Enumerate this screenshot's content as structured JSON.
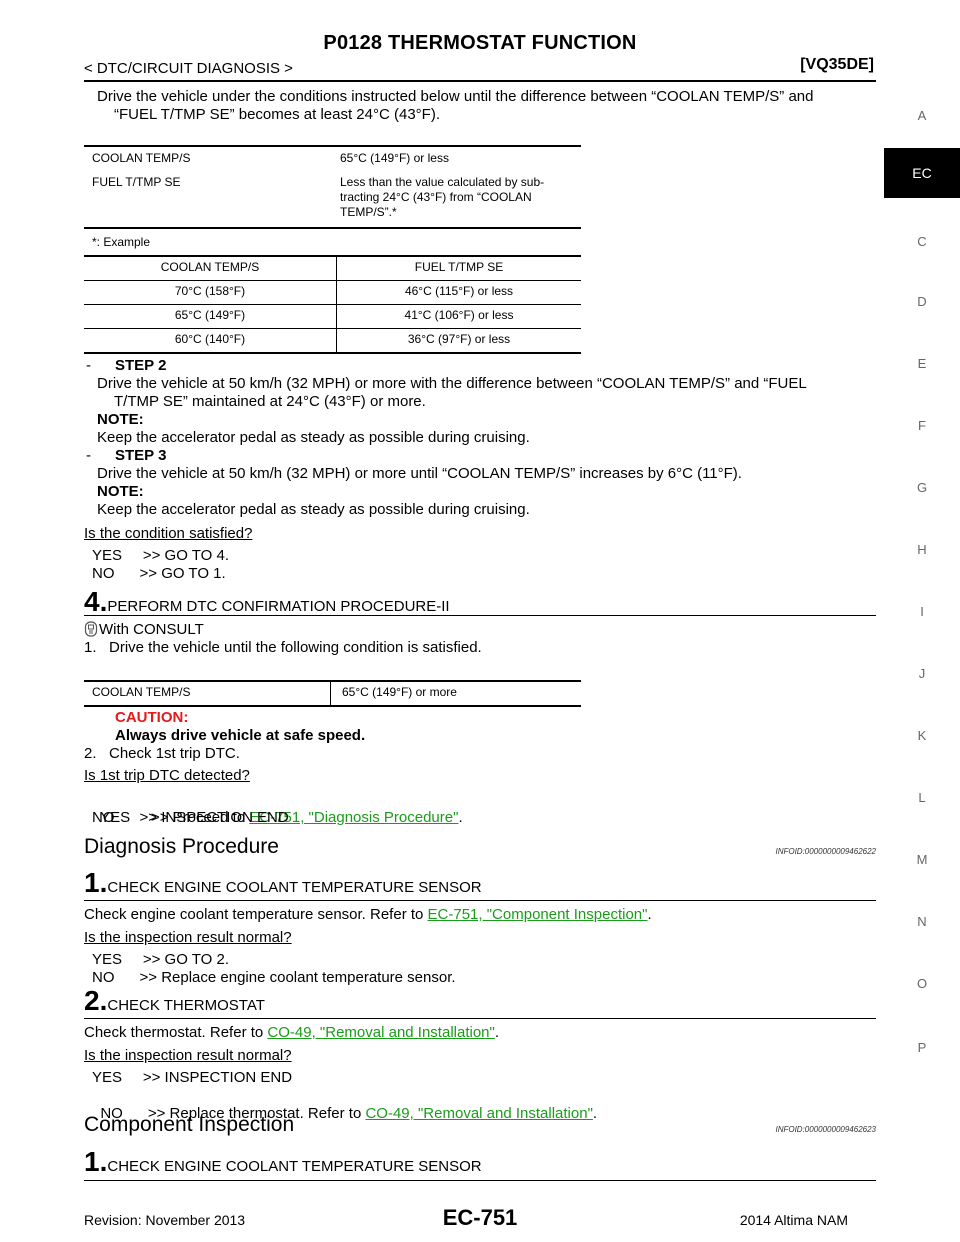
{
  "header": {
    "title": "P0128 THERMOSTAT FUNCTION",
    "section": "< DTC/CIRCUIT DIAGNOSIS >",
    "model": "[VQ35DE]"
  },
  "intro": {
    "line1": "Drive the vehicle under the conditions instructed below until the difference between “COOLAN TEMP/S” and",
    "line2": "“FUEL T/TMP SE” becomes at least 24°C (43°F)."
  },
  "table1": {
    "rows": [
      {
        "label": "COOLAN TEMP/S",
        "value": "65°C (149°F) or less"
      },
      {
        "label": "FUEL T/TMP SE",
        "value": "Less than the value calculated by sub-\ntracting 24°C (43°F) from “COOLAN\nTEMP/S”.*"
      }
    ],
    "note": "*: Example"
  },
  "table2": {
    "headers": [
      "COOLAN TEMP/S",
      "FUEL T/TMP SE"
    ],
    "rows": [
      [
        "70°C (158°F)",
        "46°C (115°F) or less"
      ],
      [
        "65°C (149°F)",
        "41°C (106°F) or less"
      ],
      [
        "60°C (140°F)",
        "36°C (97°F) or less"
      ]
    ]
  },
  "step2": {
    "dash": "-",
    "label": "STEP 2",
    "line1": "Drive the vehicle at 50 km/h (32 MPH) or more with the difference between “COOLAN TEMP/S” and “FUEL",
    "line2": "T/TMP SE” maintained at 24°C (43°F) or more.",
    "note_label": "NOTE:",
    "note_text": "Keep the accelerator pedal as steady as possible during cruising."
  },
  "step3": {
    "dash": "-",
    "label": "STEP 3",
    "line1": "Drive the vehicle at 50 km/h (32 MPH) or more until “COOLAN TEMP/S” increases by 6°C (11°F).",
    "note_label": "NOTE:",
    "note_text": "Keep the accelerator pedal as steady as possible during cruising."
  },
  "q1": {
    "question": "Is the condition satisfied?",
    "yes": "YES     >> GO TO 4.",
    "no": "NO      >> GO TO 1."
  },
  "s4": {
    "num": "4.",
    "title": "PERFORM DTC CONFIRMATION PROCEDURE-II",
    "consult": "With CONSULT",
    "item1": "1.   Drive the vehicle until the following condition is satisfied.",
    "table_label": "COOLAN TEMP/S",
    "table_value": "65°C (149°F) or more",
    "caution": "CAUTION:",
    "caution_text": "Always drive vehicle at safe speed.",
    "item2": "2.   Check 1st trip DTC.",
    "question": "Is 1st trip DTC detected?",
    "yes_prefix": "YES     >> Proceed to ",
    "yes_link": "EC-751, \"Diagnosis Procedure\"",
    "yes_suffix": ".",
    "no": "NO      >> INSPECTION END"
  },
  "diag": {
    "heading": "Diagnosis Procedure",
    "infoid": "INFOID:0000000009462622",
    "s1_num": "1.",
    "s1_title": "CHECK ENGINE COOLANT TEMPERATURE SENSOR",
    "s1_text_prefix": "Check engine coolant temperature sensor. Refer to ",
    "s1_link": "EC-751, \"Component Inspection\"",
    "s1_text_suffix": ".",
    "s1_question": "Is the inspection result normal?",
    "s1_yes": "YES     >> GO TO 2.",
    "s1_no": "NO      >> Replace engine coolant temperature sensor.",
    "s2_num": "2.",
    "s2_title": "CHECK THERMOSTAT",
    "s2_text_prefix": "Check thermostat. Refer to ",
    "s2_link": "CO-49, \"Removal and Installation\"",
    "s2_text_suffix": ".",
    "s2_question": "Is the inspection result normal?",
    "s2_yes": "YES     >> INSPECTION END",
    "s2_no_prefix": "NO      >> Replace thermostat. Refer to ",
    "s2_no_link": "CO-49, \"Removal and Installation\"",
    "s2_no_suffix": "."
  },
  "comp": {
    "heading": "Component Inspection",
    "infoid": "INFOID:0000000009462623",
    "s1_num": "1.",
    "s1_title": "CHECK ENGINE COOLANT TEMPERATURE SENSOR"
  },
  "sidebar": [
    "A",
    "EC",
    "C",
    "D",
    "E",
    "F",
    "G",
    "H",
    "I",
    "J",
    "K",
    "L",
    "M",
    "N",
    "O",
    "P"
  ],
  "footer": {
    "revision": "Revision: November 2013",
    "page": "EC-751",
    "model": "2014 Altima NAM"
  }
}
